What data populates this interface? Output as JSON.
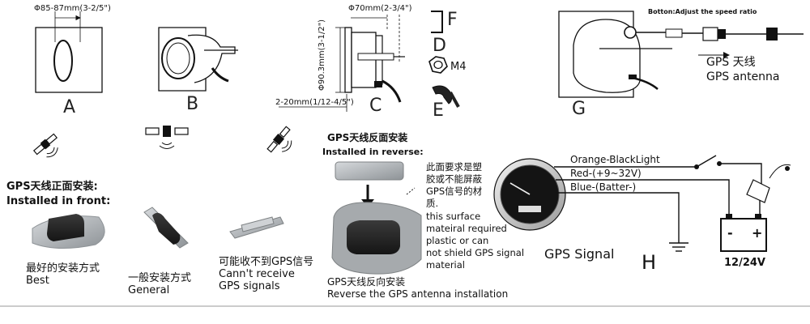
{
  "colors": {
    "ink": "#111111",
    "page": "#ffffff",
    "shade": "#7e8284",
    "light": "#c9cccf",
    "dark": "#2a2a2a"
  },
  "icons": [
    "satellite-icon",
    "ground-icon",
    "battery-icon",
    "switch-icon",
    "plug-icon",
    "nut-icon",
    "bracket-icon",
    "arrow-down-icon"
  ],
  "figure_a": {
    "letter": "A",
    "dimension": "Φ85-87mm(3-2/5\")"
  },
  "figure_b": {
    "letter": "B"
  },
  "figure_c": {
    "letter": "C",
    "dim_top": "Φ70mm(2-3/4\")",
    "dim_side_outer": "Φ90.3mm(3-1/2\")",
    "dim_bottom": "2-20mm(1/12-4/5\")"
  },
  "figure_d": {
    "letter": "D",
    "nut": "M4"
  },
  "figure_e": {
    "letter": "E"
  },
  "figure_f": {
    "letter": "F"
  },
  "figure_g": {
    "letter": "G",
    "button_note": "Botton:Adjust the speed ratio",
    "antenna_cn": "GPS 天线",
    "antenna_en": "GPS  antenna"
  },
  "install_front": {
    "title_cn": "GPS天线正面安装:",
    "title_en": "Installed in front:"
  },
  "install_reverse": {
    "title_cn": "GPS天线反面安装",
    "title_en": "Installed in  reverse:"
  },
  "cases": [
    {
      "label": "最好的安装方式\nBest"
    },
    {
      "label": "一般安装方式\nGeneral"
    },
    {
      "label": "可能收不到GPS信号\nCann't receive\nGPS signals"
    }
  ],
  "surface_note": {
    "cn1": "此面要求是塑",
    "cn2": "胶或不能屏蔽",
    "cn3": "GPS信号的材",
    "cn4": "质.",
    "en1": "this surface",
    "en2": "mateiral required",
    "en3": "plastic or can",
    "en4": "not shield GPS signal",
    "en5": "material"
  },
  "reverse_caption": {
    "cn": "GPS天线反向安装",
    "en": "Reverse the GPS antenna installation"
  },
  "wiring": {
    "letter": "H",
    "orange": "Orange-BlackLight",
    "red": "Red-(+9~32V)",
    "blue": "Blue-(Batter-)",
    "gps_signal": "GPS  Signal",
    "battery": "12/24V",
    "battery_neg": "-",
    "battery_pos": "+"
  }
}
